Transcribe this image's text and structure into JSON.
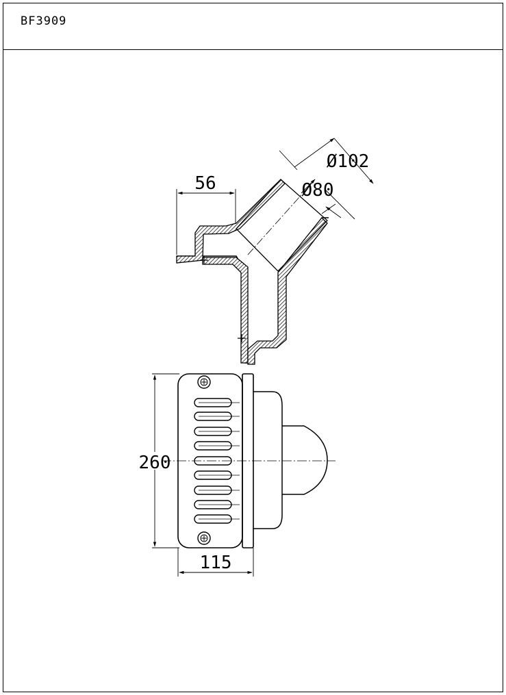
{
  "title_block": {
    "model_code": "BF3909"
  },
  "dimensions": {
    "outer_diameter": "Ø102",
    "inner_diameter": "Ø80",
    "flange_width": "56",
    "height": "260",
    "width": "115"
  }
}
